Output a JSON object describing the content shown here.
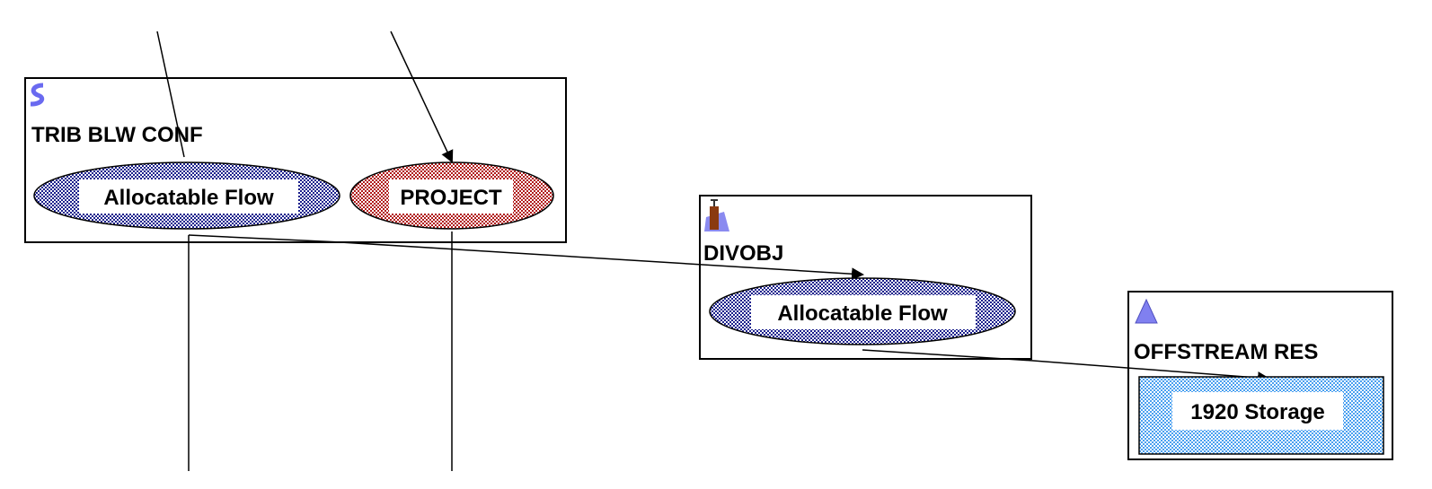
{
  "nodes": [
    {
      "title": "TRIB BLW CONF",
      "icon": "stream-icon",
      "accounts": [
        {
          "label": "Allocatable Flow",
          "color": "#1a1f8c"
        },
        {
          "label": "PROJECT",
          "color": "#b01818"
        }
      ]
    },
    {
      "title": "DIVOBJ",
      "icon": "diversion-icon",
      "accounts": [
        {
          "label": "Allocatable Flow",
          "color": "#1a1f8c"
        }
      ]
    },
    {
      "title": "OFFSTREAM RES",
      "icon": "reservoir-icon",
      "accounts": [
        {
          "label": "1920 Storage",
          "color": "#4aa0f0"
        }
      ]
    }
  ]
}
